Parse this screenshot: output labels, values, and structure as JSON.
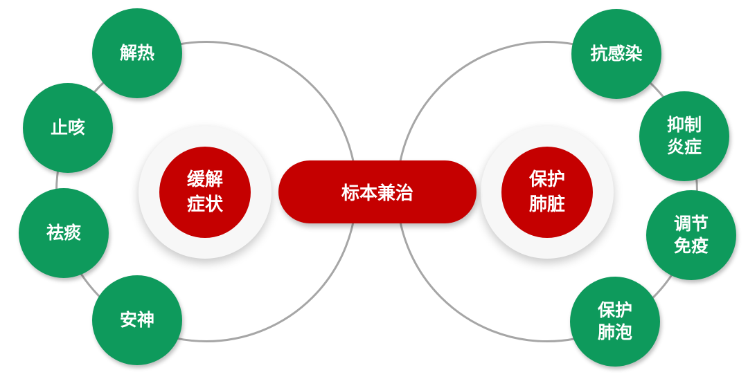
{
  "center": "标本兼治",
  "left": {
    "hub": "缓解\n症状",
    "items": [
      "解热",
      "止咳",
      "祛痰",
      "安神"
    ]
  },
  "right": {
    "hub": "保护\n肺脏",
    "items": [
      "抗感染",
      "抑制\n炎症",
      "调节\n免疫",
      "保护\n肺泡"
    ]
  },
  "colors": {
    "red": "#c50000",
    "green": "#0e9a5c",
    "ring": "#a6a6a6"
  }
}
